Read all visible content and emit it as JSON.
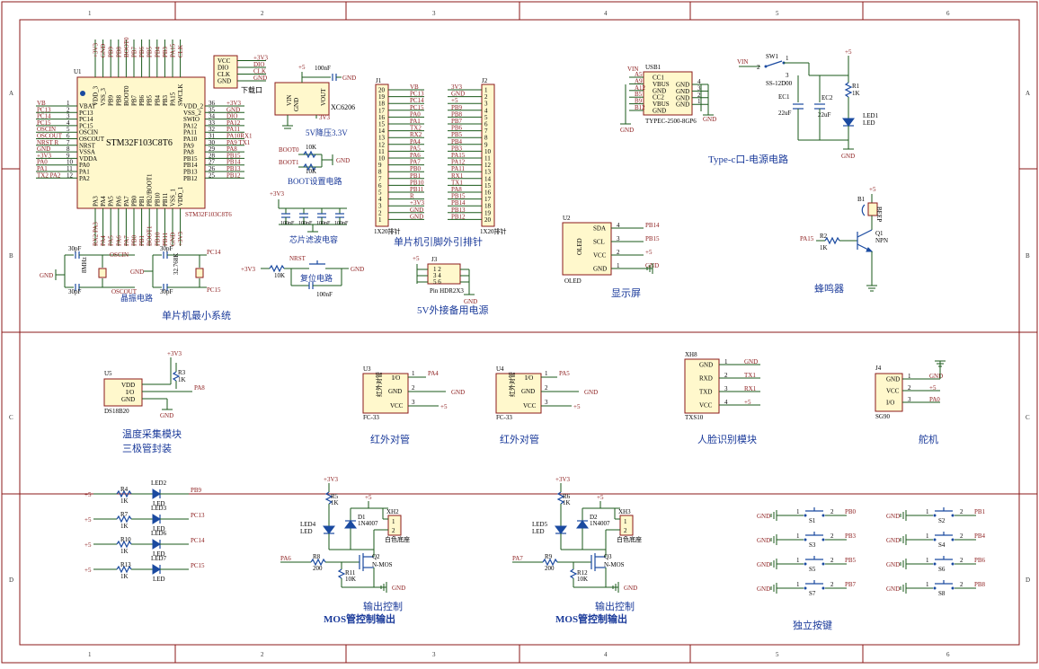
{
  "border": {
    "cols": [
      "1",
      "2",
      "3",
      "4",
      "5",
      "6"
    ],
    "rows": [
      "A",
      "B",
      "C",
      "D"
    ]
  },
  "mcu": {
    "ref": "U1",
    "name": "STM32F103C8T6",
    "sub": "STM32F103C8T6",
    "left_pins": [
      "VBAT",
      "PC13",
      "PC14",
      "PC15",
      "OSCIN",
      "OSCOUT",
      "NRST",
      "VSSA",
      "VDDA",
      "PA0",
      "PA1",
      "PA2"
    ],
    "left_nums": [
      "1",
      "2",
      "3",
      "4",
      "5",
      "6",
      "7",
      "8",
      "9",
      "10",
      "11",
      "12"
    ],
    "left_nets": [
      "VB",
      "PC13",
      "PC14",
      "PC15",
      "OSCIN",
      "OSCOUT",
      "NRST R",
      "GND",
      "+3V3",
      "PA0",
      "PA1",
      "TX2  PA2"
    ],
    "right_pins": [
      "VDD_2",
      "VSS_2",
      "SWIO",
      "PA12",
      "PA11",
      "PA10",
      "PA9",
      "PA8",
      "PB15",
      "PB14",
      "PB13",
      "PB12"
    ],
    "right_nums": [
      "36",
      "35",
      "34",
      "33",
      "32",
      "31",
      "30",
      "29",
      "28",
      "27",
      "26",
      "25"
    ],
    "right_nets": [
      "+3V3",
      "GND",
      "DIO",
      "PA12",
      "PA11",
      "PA10RX1",
      "PA9 TX1",
      "PA8",
      "PB15",
      "PB14",
      "PB13",
      "PB12"
    ],
    "top_pins": [
      "VDD_3",
      "VSS_3",
      "PB9",
      "PB8",
      "BOOT0",
      "PB7",
      "PB6",
      "PB5",
      "PB4",
      "PB3",
      "PA15",
      "SWCLK"
    ],
    "top_nets": [
      "+3V3",
      "GND",
      "PB9",
      "PB8",
      "BOOT0",
      "PB7",
      "PB6",
      "PB5",
      "PB4",
      "PB3",
      "PA15",
      "CLK"
    ],
    "bottom_pins": [
      "PA3",
      "PA4",
      "PA5",
      "PA6",
      "PA7",
      "PB0",
      "PB1",
      "PB2/BOOT1",
      "PB10",
      "PB11",
      "VSS_1",
      "VDD_1"
    ],
    "bottom_nets": [
      "RX2 PA3",
      "PA4",
      "PA5",
      "PA6",
      "PA7",
      "PB0",
      "PB1",
      "BOOT1",
      "PB10",
      "PB11",
      "GND",
      "+3V3"
    ]
  },
  "download": {
    "label": "下载口",
    "pins": [
      "VCC",
      "DIO",
      "CLK",
      "GND"
    ],
    "nets": [
      "+3V3",
      "DIO",
      "CLK",
      "GND"
    ]
  },
  "ldo": {
    "part": "XC6206",
    "pins": [
      "VIN",
      "VOUT",
      "GND"
    ],
    "caption": "5V降压3.3V",
    "in_net": "+5",
    "out_net": "3V3",
    "cap": "100nF",
    "gnd": "GND"
  },
  "boot": {
    "caption": "BOOT设置电路",
    "lines": [
      "BOOT0",
      "BOOT1"
    ],
    "res": "10K"
  },
  "filter": {
    "net": "+3V3",
    "caps": [
      "100nF",
      "100nF",
      "100nF",
      "100nF"
    ],
    "caption": "芯片滤波电容"
  },
  "crystal": {
    "caption": "晶振电路",
    "c1": "30pF",
    "c2": "30pF",
    "c3": "30pF",
    "c4": "30pF",
    "x1": "8MHz",
    "x2": "32.768K",
    "oscin": "OSCIN",
    "oscout": "OSCOUT",
    "pc14": "PC14",
    "pc15": "PC15",
    "gnd": "GND"
  },
  "reset": {
    "caption": "复位电路",
    "net": "+3V3",
    "res": "10K",
    "label": "NRST",
    "cap": "100nF",
    "gnd": "GND"
  },
  "sys_caption": "单片机最小系统",
  "headers": {
    "j1": "J1",
    "j2": "J2",
    "j1_nets": [
      "VB",
      "PC13",
      "PC14",
      "PC15",
      "PA0",
      "PA1",
      "TX2",
      "RX2",
      "PA4",
      "PA5",
      "PA6",
      "PA7",
      "PB0",
      "PB1",
      "PB10",
      "PB11",
      "R",
      "+3V3",
      "GND",
      "GND"
    ],
    "j2_nets": [
      "3V3",
      "GND",
      "+5",
      "PB9",
      "PB8",
      "PB7",
      "PB6",
      "PB5",
      "PB4",
      "PB3",
      "PA15",
      "PA12",
      "PA11",
      "RX1",
      "TX1",
      "PA8",
      "PB15",
      "PB14",
      "PB13",
      "PB12"
    ],
    "j1_nums": [
      "20",
      "19",
      "18",
      "17",
      "16",
      "15",
      "14",
      "13",
      "12",
      "11",
      "10",
      "9",
      "8",
      "7",
      "6",
      "5",
      "4",
      "3",
      "2",
      "1"
    ],
    "j2_nums": [
      "1",
      "2",
      "3",
      "4",
      "5",
      "6",
      "7",
      "8",
      "9",
      "10",
      "11",
      "12",
      "13",
      "14",
      "15",
      "16",
      "17",
      "18",
      "19",
      "20"
    ],
    "foot": "1X20排针",
    "caption": "单片机引脚外引排针"
  },
  "ext_power": {
    "ref": "J3",
    "part": "Pin HDR2X3",
    "net": "+5",
    "gnd": "GND",
    "caption": "5V外接备用电源"
  },
  "typec": {
    "ref": "USB1",
    "part": "TYPEC-2500-8GP6",
    "vin": "VIN",
    "pins_l": [
      "A5",
      "A9",
      "A12",
      "B5",
      "B9",
      "B12"
    ],
    "pins_r": [
      "CC1",
      "VBUS",
      "GND",
      "CC2",
      "VBUS",
      "GND"
    ],
    "gnds": [
      "GND",
      "GND",
      "GND",
      "GND"
    ],
    "gnd": "GND"
  },
  "power_sw": {
    "ref": "SW1",
    "part": "SS-12D00",
    "vin": "VIN",
    "net": "+5",
    "ec1": "EC1",
    "ec1v": "22uF",
    "ec2": "EC2",
    "ec2v": "22uF",
    "r1": "R1",
    "r1v": "1K",
    "led": "LED1",
    "led_t": "LED",
    "gnd": "GND",
    "caption": "Type-c口-电源电路"
  },
  "oled": {
    "ref": "U2",
    "name": "OLED",
    "sub": "OLED",
    "pins": [
      "SDA",
      "SCL",
      "VCC",
      "GND"
    ],
    "nums": [
      "4",
      "3",
      "2",
      "1"
    ],
    "nets": [
      "PB14",
      "PB15",
      "+5",
      "GND"
    ],
    "caption": "显示屏"
  },
  "buzzer": {
    "ref": "B1",
    "part": "BEEP",
    "net": "+5",
    "in": "PA15",
    "r": "R2",
    "rv": "1K",
    "q": "Q1",
    "qt": "NPN",
    "caption": "蜂鸣器"
  },
  "temp": {
    "ref": "U5",
    "part": "DS18B20",
    "pins": [
      "VDD",
      "I/O",
      "GND"
    ],
    "net": "+3V3",
    "r": "R3",
    "rv": "1K",
    "io": "PA8",
    "gnd": "GND",
    "caption1": "温度采集模块",
    "caption2": "三极管封装"
  },
  "ir1": {
    "ref": "U3",
    "part": "FC-33",
    "name": "红外对管",
    "pins": [
      "I/O",
      "GND",
      "VCC"
    ],
    "net": "PA4",
    "gnd": "GND",
    "vcc": "+5",
    "caption": "红外对管"
  },
  "ir2": {
    "ref": "U4",
    "part": "FC-33",
    "name": "红外对管",
    "pins": [
      "I/O",
      "GND",
      "VCC"
    ],
    "net": "PA5",
    "gnd": "GND",
    "vcc": "+5",
    "caption": "红外对管"
  },
  "face": {
    "ref": "XH8",
    "part": "TXS10",
    "pins": [
      "GND",
      "RXD",
      "TXD",
      "VCC"
    ],
    "nets": [
      "GND",
      "TX1",
      "RX1",
      "+5"
    ],
    "caption": "人脸识别模块"
  },
  "servo": {
    "ref": "J4",
    "part": "SG90",
    "pins": [
      "GND",
      "VCC",
      "I/O"
    ],
    "nets": [
      "GND",
      "+5",
      "PA0"
    ],
    "caption": "舵机"
  },
  "leds": [
    {
      "r": "R4",
      "rv": "1K",
      "led": "LED2",
      "net": "PB9",
      "vcc": "+5"
    },
    {
      "r": "R7",
      "rv": "1K",
      "led": "LED3",
      "net": "PC13",
      "vcc": "+5"
    },
    {
      "r": "R10",
      "rv": "1K",
      "led": "LED6",
      "net": "PC14",
      "vcc": "+5"
    },
    {
      "r": "R13",
      "rv": "1K",
      "led": "LED7",
      "net": "PC15",
      "vcc": "+5"
    }
  ],
  "mos1": {
    "net3": "+3V3",
    "r5": "R5",
    "r5v": "1K",
    "led": "LED4",
    "ledt": "LED",
    "net5": "+5",
    "d": "D1",
    "dv": "1N4007",
    "xh": "XH2",
    "xht": "白色底座",
    "in": "PA6",
    "r8": "R8",
    "r8v": "200",
    "q": "Q2",
    "qt": "N-MOS",
    "r11": "R11",
    "r11v": "10K",
    "gnd": "GND",
    "cap1": "输出控制",
    "cap2": "MOS管控制输出"
  },
  "mos2": {
    "net3": "+3V3",
    "r5": "R6",
    "r5v": "1K",
    "led": "LED5",
    "ledt": "LED",
    "net5": "+5",
    "d": "D2",
    "dv": "1N4007",
    "xh": "XH3",
    "xht": "白色底座",
    "in": "PA7",
    "r8": "R9",
    "r8v": "200",
    "q": "Q3",
    "qt": "N-MOS",
    "r11": "R12",
    "r11v": "10K",
    "gnd": "GND",
    "cap1": "输出控制",
    "cap2": "MOS管控制输出"
  },
  "keys": {
    "caption": "独立按键",
    "items": [
      {
        "s": "S1",
        "net": "PB0"
      },
      {
        "s": "S2",
        "net": "PB1"
      },
      {
        "s": "S3",
        "net": "PB3"
      },
      {
        "s": "S4",
        "net": "PB4"
      },
      {
        "s": "S5",
        "net": "PB5"
      },
      {
        "s": "S6",
        "net": "PB6"
      },
      {
        "s": "S7",
        "net": "PB7"
      },
      {
        "s": "S8",
        "net": "PB8"
      }
    ],
    "gnd": "GND"
  }
}
